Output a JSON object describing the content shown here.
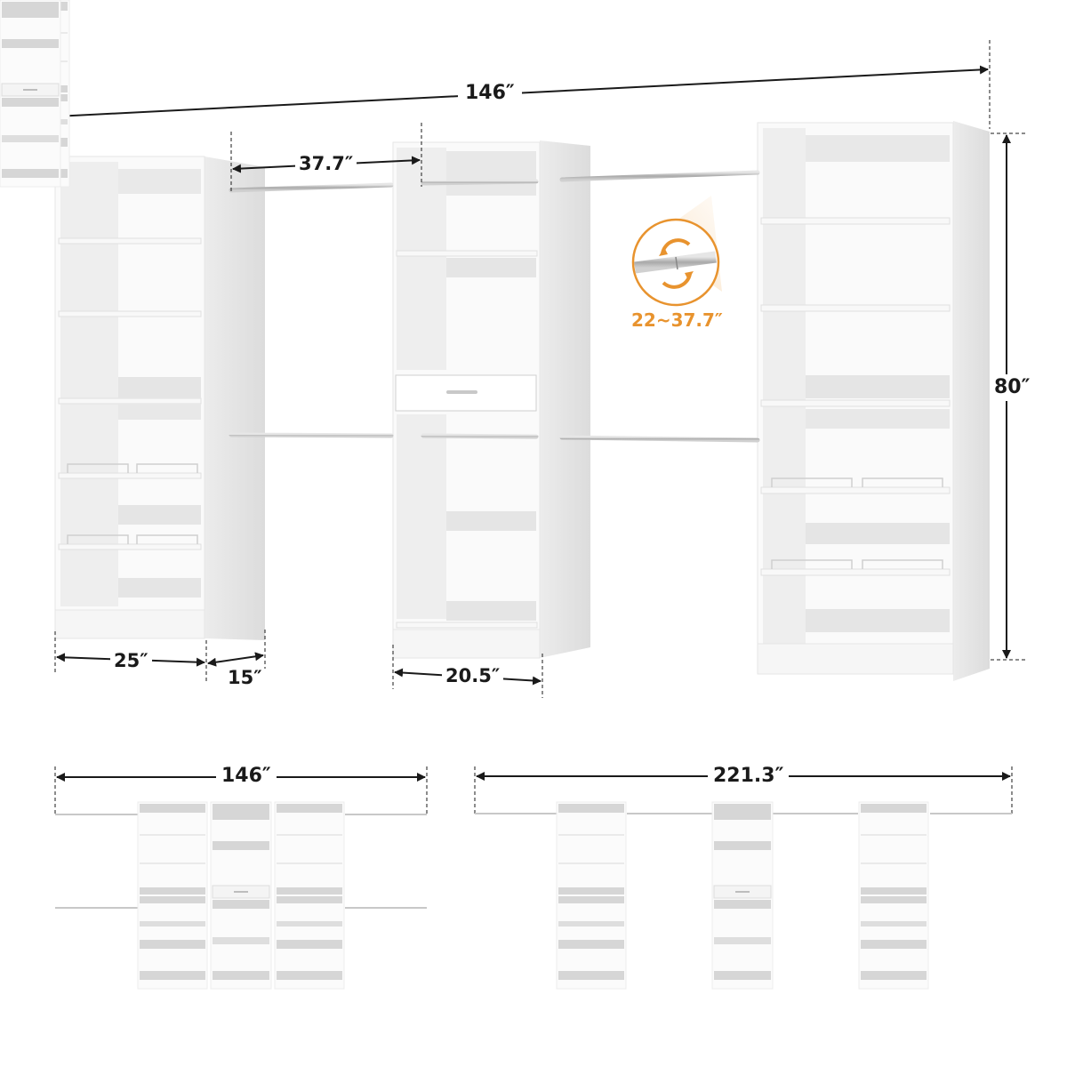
{
  "diagram": {
    "subject": "Walk-in closet organizer system dimension diagram",
    "main_view": {
      "overall_width": "146″",
      "rod_span": "37.7″",
      "height": "80″",
      "left_tower_width": "25″",
      "depth": "15″",
      "middle_tower_width": "20.5″",
      "rod_adjustable_range": "22~37.7″"
    },
    "config_compact": {
      "label": "146″",
      "towers": 3,
      "arrangement": "towers side by side, rods extending outward"
    },
    "config_extended": {
      "label": "221.3″",
      "towers": 3,
      "arrangement": "towers spaced apart with rods between"
    },
    "colors": {
      "accent": "#e8932e",
      "line": "#1a1a1a",
      "panel": "#f2f2f2",
      "panel_side": "#e4e4e4",
      "shelf": "#d9d9d9",
      "rod": "#b8b8b8"
    }
  }
}
